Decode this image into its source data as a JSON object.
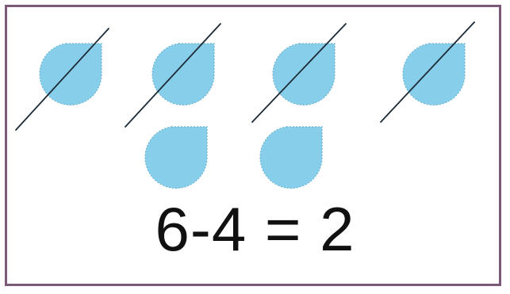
{
  "equation": {
    "text": "6-4 = 2"
  },
  "drop_color": "#87ceea",
  "drop_edge_color": "#6fb4d0",
  "strike_color": "#1d2b36",
  "frame_color": "#7a5a78",
  "drops_total": 6,
  "drops_crossed_out": 4,
  "drops_remaining": 2
}
